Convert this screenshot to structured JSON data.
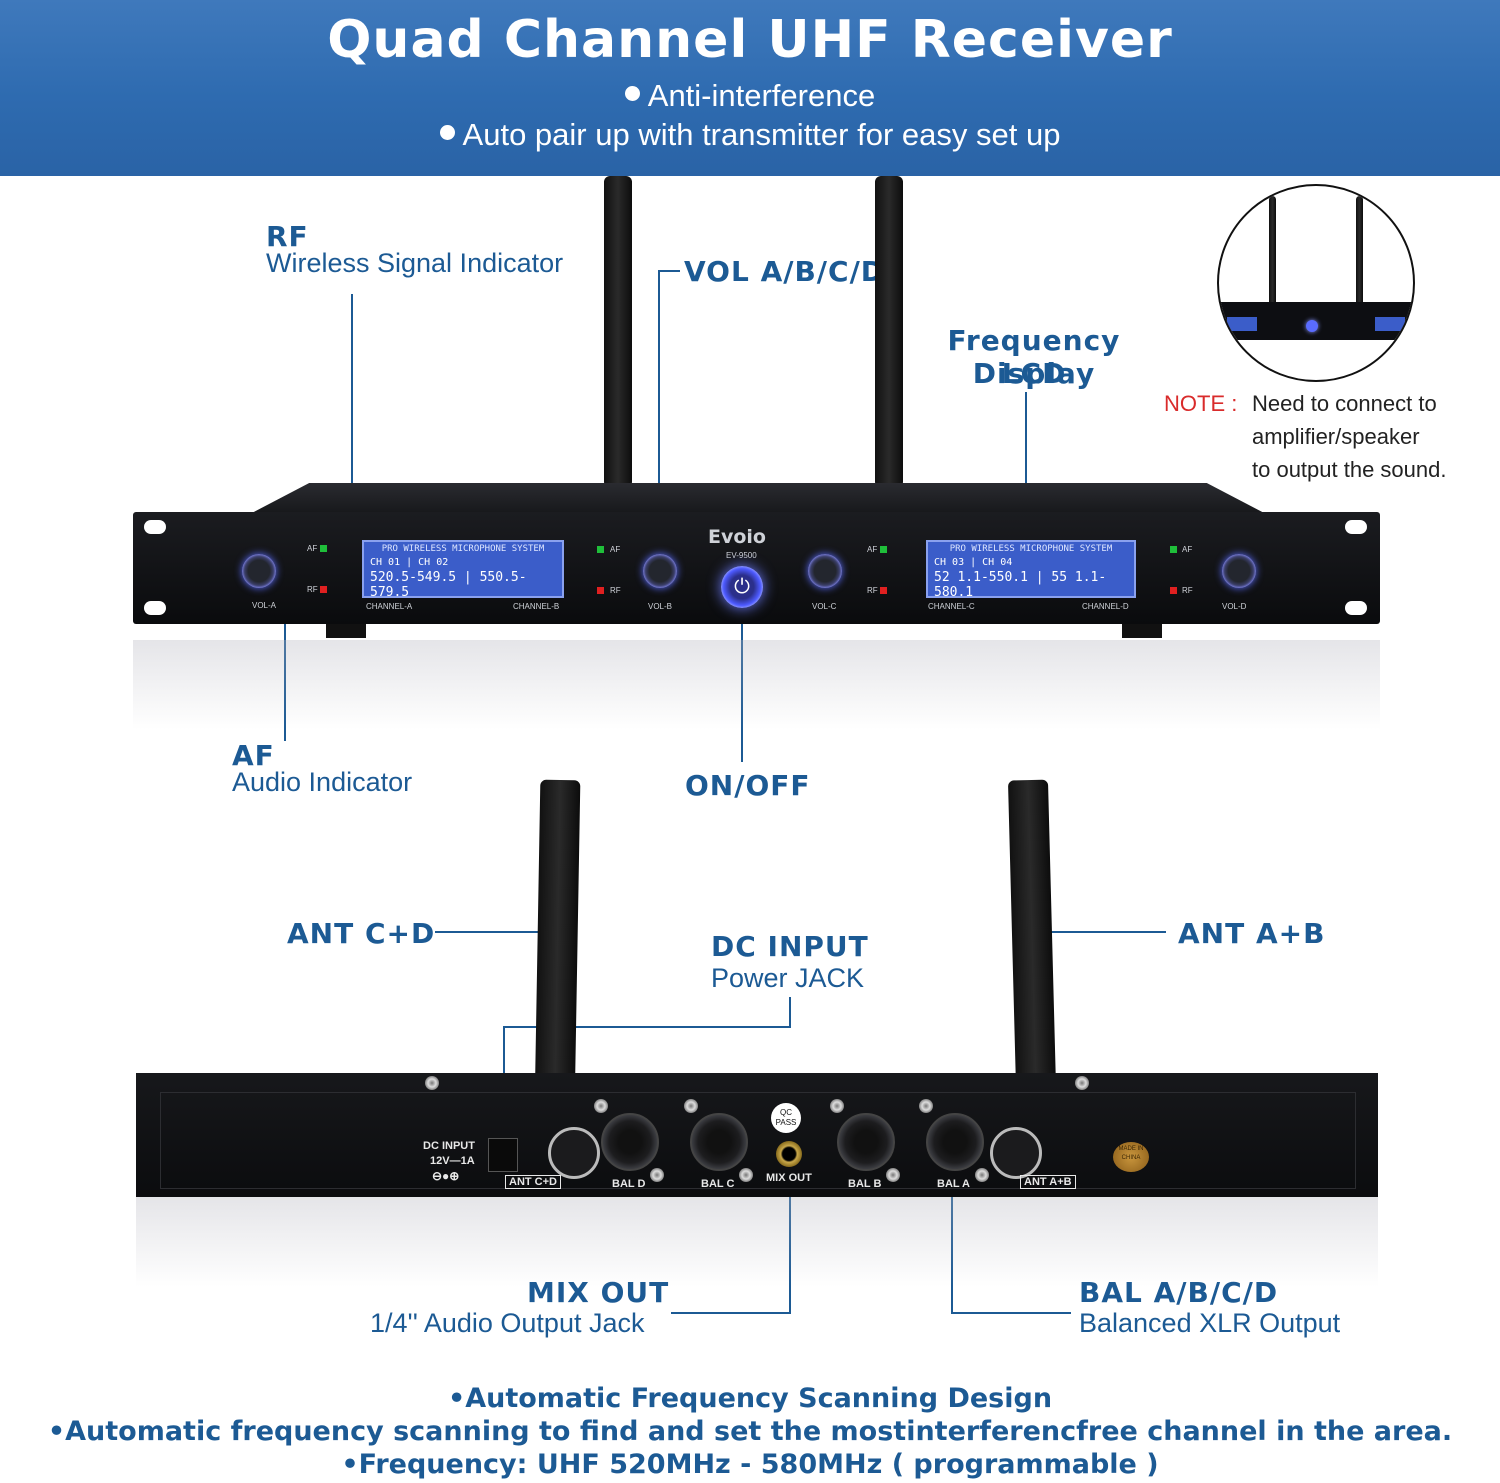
{
  "header": {
    "title": "Quad Channel UHF Receiver",
    "bullets": [
      "Anti-interference",
      "Auto pair up with transmitter for easy set up"
    ]
  },
  "front_callouts": {
    "rf_title": "RF",
    "rf_sub": "Wireless Signal Indicator",
    "vol_title": "VOL A/B/C/D",
    "lcd_title_1": "Frequency LCD",
    "lcd_title_2": "Display",
    "af_title": "AF",
    "af_sub": "Audio Indicator",
    "onoff_title": "ON/OFF"
  },
  "note": {
    "label": "NOTE :",
    "lines": [
      "Need to connect to",
      "amplifier/speaker",
      "to output the sound."
    ]
  },
  "front_panel": {
    "brand": "Evoio",
    "model": "EV-9500",
    "lcd_header": "PRO WIRELESS MICROPHONE SYSTEM",
    "lcd_left_ch": "CH 01 | CH 02",
    "lcd_left_freq": "520.5-549.5 | 550.5-579.5",
    "lcd_right_ch": "CH 03 | CH 04",
    "lcd_right_freq": "52 1.1-550.1 | 55 1.1-580.1",
    "labels": {
      "vol_a": "VOL-A",
      "vol_b": "VOL-B",
      "vol_c": "VOL-C",
      "vol_d": "VOL-D",
      "ch_a": "CHANNEL-A",
      "ch_b": "CHANNEL-B",
      "ch_c": "CHANNEL-C",
      "ch_d": "CHANNEL-D",
      "af": "AF",
      "rf": "RF"
    }
  },
  "rear_callouts": {
    "ant_cd": "ANT C+D",
    "ant_ab": "ANT A+B",
    "dc_title": "DC INPUT",
    "dc_sub": "Power JACK",
    "mix_title": "MIX OUT",
    "mix_sub": "1/4'' Audio Output Jack",
    "bal_title": "BAL A/B/C/D",
    "bal_sub": "Balanced XLR Output"
  },
  "rear_panel": {
    "dc_input": "DC INPUT",
    "dc_rating": "12V—1A",
    "ant_cd": "ANT C+D",
    "ant_ab": "ANT A+B",
    "bal_d": "BAL D",
    "bal_c": "BAL C",
    "bal_b": "BAL B",
    "bal_a": "BAL A",
    "mix_out": "MIX OUT",
    "qc": "QC",
    "pass": "PASS",
    "made_in": "MADE IN CHINA"
  },
  "footer": {
    "bullets": [
      "•Automatic Frequency Scanning Design",
      "•Automatic frequency scanning to find and set the mostinterferencfree channel in the area.",
      "•Frequency: UHF 520MHz - 580MHz ( programmable )"
    ]
  }
}
